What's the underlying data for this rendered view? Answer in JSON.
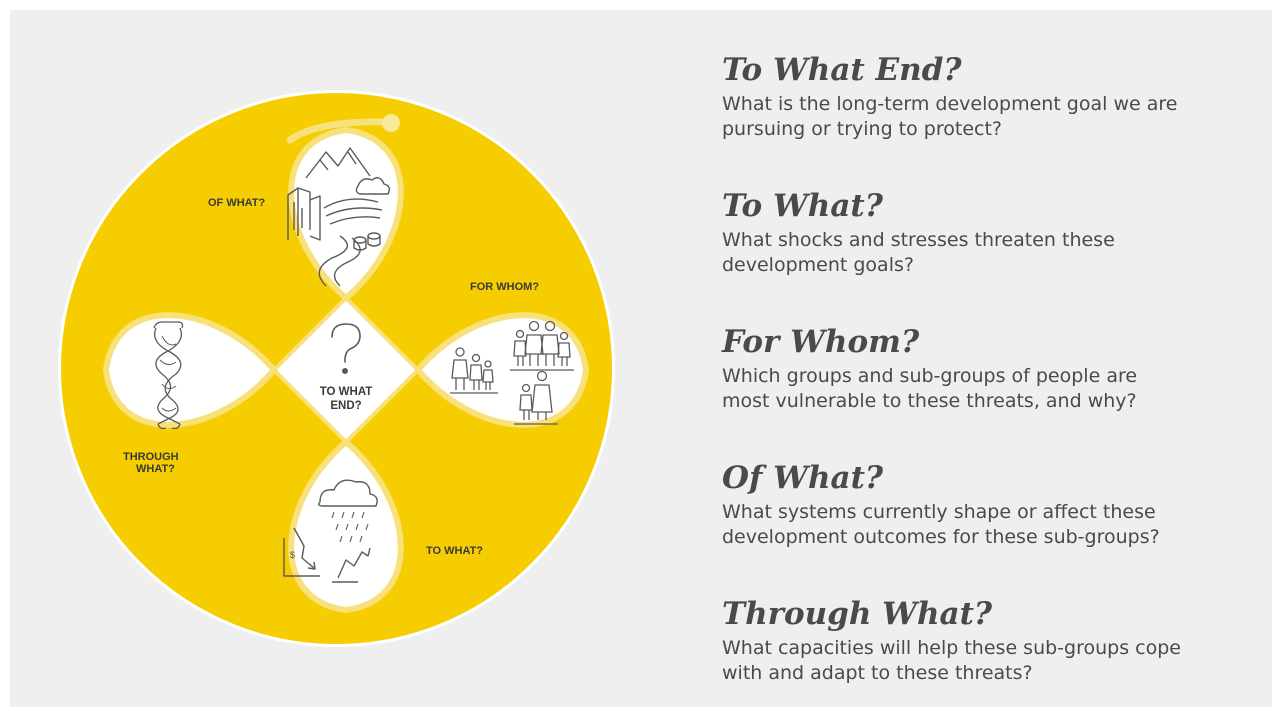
{
  "diagram": {
    "labels": {
      "of_what": "OF WHAT?",
      "for_whom": "FOR WHOM?",
      "through_what_line1": "THROUGH",
      "through_what_line2": "WHAT?",
      "to_what": "TO WHAT?",
      "center_line1": "TO WHAT",
      "center_line2": "END?"
    },
    "colors": {
      "yellow": "#f5cd00",
      "petal_outline": "#f8e07a",
      "icon_stroke": "#5a5a5a",
      "label_text": "#3a3a3a"
    },
    "icons": {
      "top_petal": "landscape-city-river-icon",
      "right_petal": "family-groups-icon",
      "bottom_petal": "storm-decline-icon",
      "left_petal": "braided-rope-icon",
      "center": "question-mark-icon"
    }
  },
  "questions": [
    {
      "title": "To What End?",
      "desc_line1": "What is the long-term development goal we are",
      "desc_line2": "pursuing or trying to protect?"
    },
    {
      "title": "To What?",
      "desc_line1": "What shocks and stresses threaten these",
      "desc_line2": "development goals?"
    },
    {
      "title": "For Whom?",
      "desc_line1": "Which groups and sub-groups of people are",
      "desc_line2": "most vulnerable to these threats, and why?"
    },
    {
      "title": "Of What?",
      "desc_line1": "What systems currently shape or affect these",
      "desc_line2": "development outcomes for these sub-groups?"
    },
    {
      "title": "Through What?",
      "desc_line1": "What capacities will help these sub-groups cope",
      "desc_line2": "with and adapt to these threats?"
    }
  ]
}
